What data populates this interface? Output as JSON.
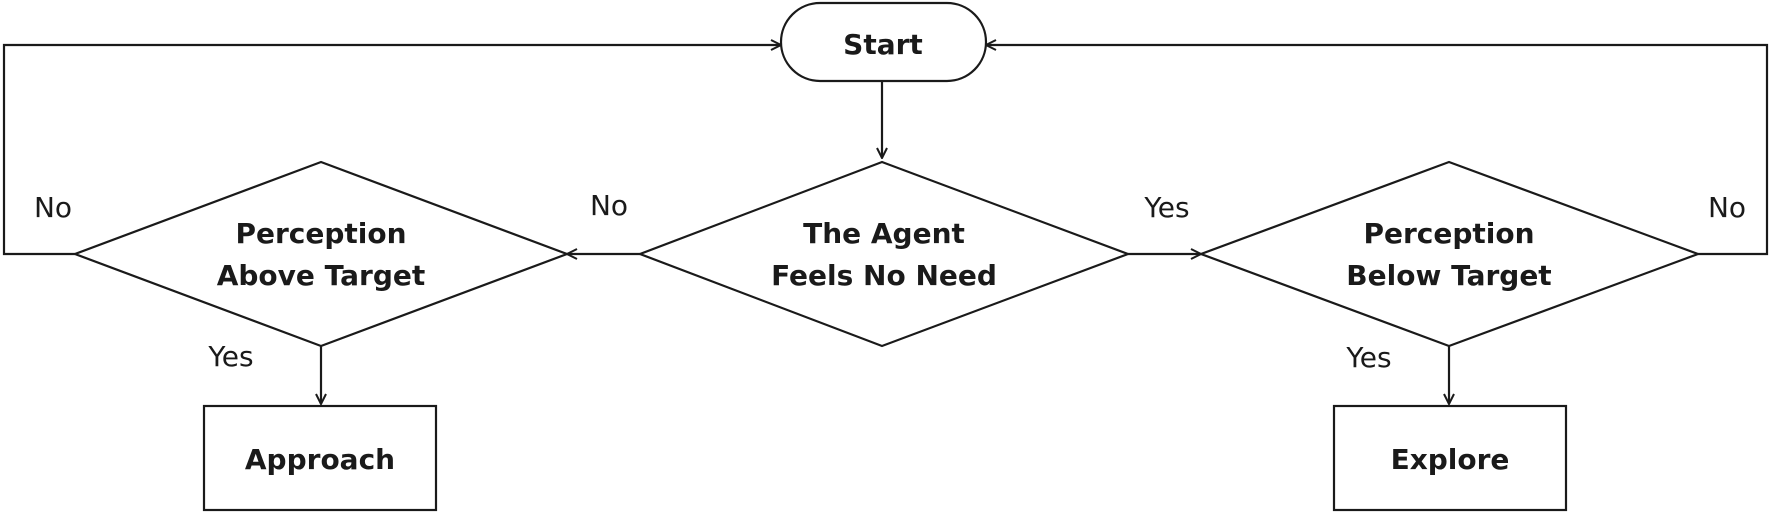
{
  "nodes": {
    "start": {
      "label": "Start"
    },
    "agent_decision": {
      "line1": "The Agent",
      "line2": "Feels No Need"
    },
    "above_decision": {
      "line1": "Perception",
      "line2": "Above Target"
    },
    "below_decision": {
      "line1": "Perception",
      "line2": "Below Target"
    },
    "approach": {
      "label": "Approach"
    },
    "explore": {
      "label": "Explore"
    }
  },
  "edges": {
    "agent_to_above": "No",
    "agent_to_below": "Yes",
    "above_to_start": "No",
    "above_to_approach": "Yes",
    "below_to_start": "No",
    "below_to_explore": "Yes"
  },
  "colors": {
    "stroke": "#1a1a1a",
    "fill": "#ffffff",
    "background": "#ffffff"
  }
}
